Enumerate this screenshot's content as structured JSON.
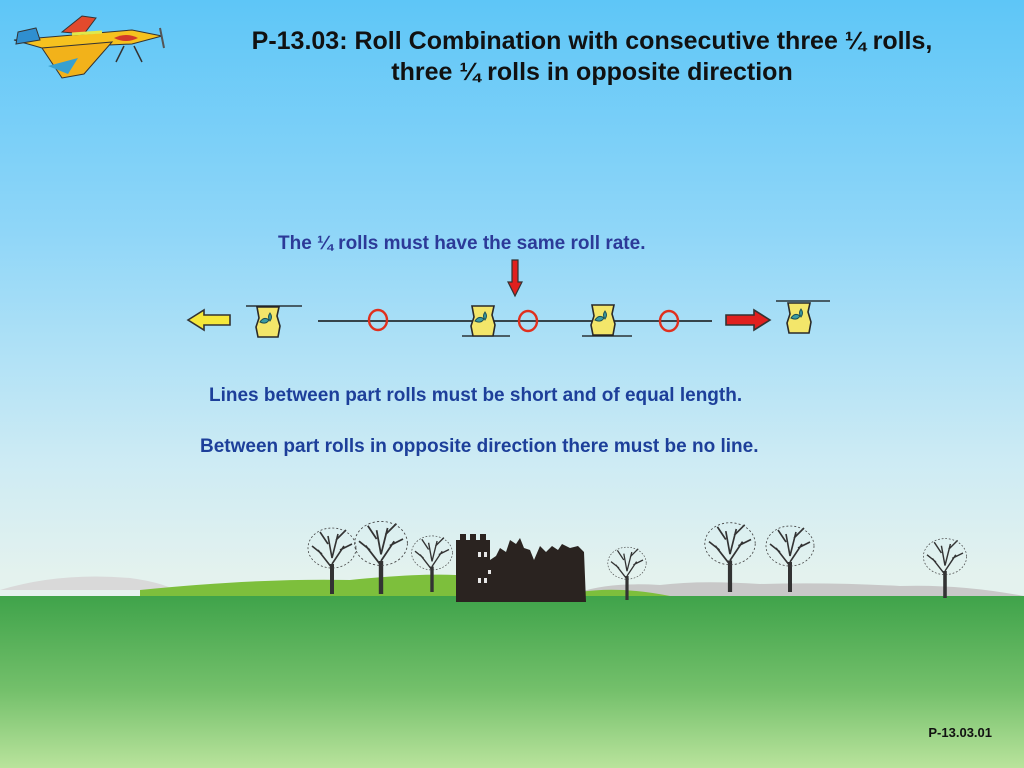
{
  "title": {
    "line1": "P-13.03: Roll Combination with consecutive three ¼ rolls,",
    "line2": "three ¼  rolls in opposite direction"
  },
  "notes": {
    "roll_rate": "The ¼  rolls must have the same roll rate.",
    "line_length": "Lines between part rolls must be short and of equal length.",
    "no_line": "Between part rolls in opposite direction there must be no line."
  },
  "figure_code": "P-13.03.01",
  "colors": {
    "title": "#111111",
    "notes": "#1d3f9a",
    "roll_marker": "#e0301e",
    "entry_arrow": "#e0201e",
    "exit_arrow": "#f5e83a",
    "aircraft_icon": "#f3e66a",
    "grass": "#4caf50",
    "castle": "#2a2320"
  },
  "icons": [
    "airplane-icon",
    "exit-arrow-icon",
    "entry-arrow-icon",
    "roll-rate-arrow-icon",
    "roll-marker-icon",
    "aircraft-attitude-icon",
    "tree-icon",
    "castle-ruin-icon"
  ]
}
